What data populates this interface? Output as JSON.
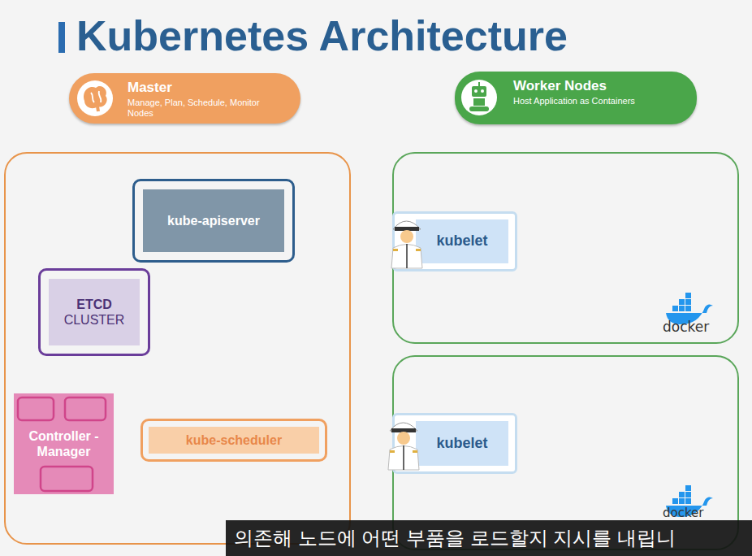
{
  "diagram": {
    "title": "Kubernetes Architecture",
    "nodes": [
      {
        "text": [
          "Master",
          "Manage, Plan, Schedule, Monitor Nodes"
        ]
      },
      {
        "text": []
      },
      {
        "text": [
          "kube-apiserver"
        ],
        "in": 1
      },
      {
        "text": [
          "ETCD",
          "CLUSTER"
        ],
        "in": 1
      },
      {
        "text": [
          "Controller -Manager"
        ],
        "in": 1
      },
      {
        "text": [
          "kube-scheduler"
        ],
        "in": 1
      },
      {
        "text": [
          "Worker Nodes",
          "Host Application as Containers"
        ]
      },
      {
        "text": []
      },
      {
        "text": [
          "kubelet"
        ],
        "in": 7
      },
      {
        "text": []
      },
      {
        "text": [
          "kubelet"
        ],
        "in": 9
      }
    ],
    "edges": [],
    "labels": [
      "docker",
      "docker",
      "의존해 노드에 어떤 부품을 로드할지 지시를 내립니"
    ]
  }
}
